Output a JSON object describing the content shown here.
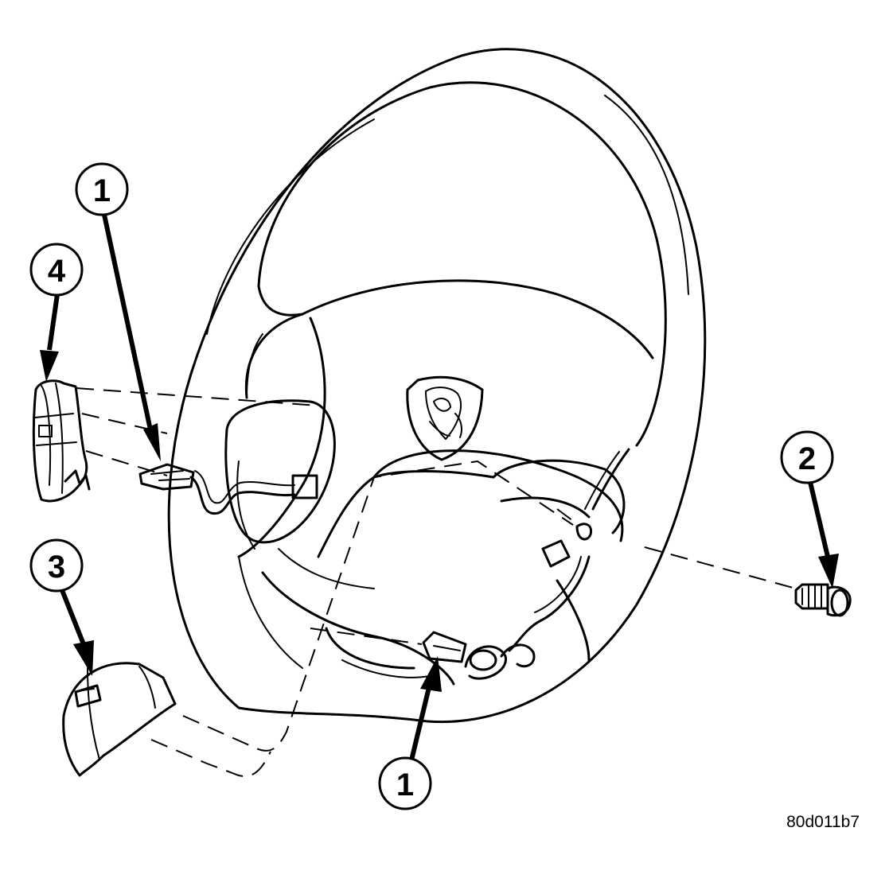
{
  "callouts": {
    "c1_top": "1",
    "c1_bottom": "1",
    "c2": "2",
    "c3": "3",
    "c4": "4"
  },
  "figure_code": "80d011b7",
  "colors": {
    "ink": "#000000",
    "paper": "#ffffff"
  }
}
